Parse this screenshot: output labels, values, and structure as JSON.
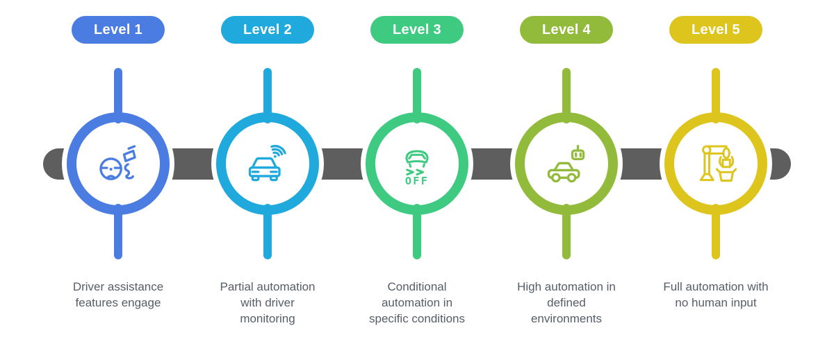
{
  "diagram": {
    "subject": "Levels of driving automation timeline",
    "bar_color": "#5e5e5e",
    "caption_color": "#565d66",
    "background": "#ffffff"
  },
  "levels": [
    {
      "label": "Level 1",
      "caption": "Driver assistance\nfeatures engage",
      "color": "#4a7ce2",
      "icon": "steering-wheel-mirror-icon"
    },
    {
      "label": "Level 2",
      "caption": "Partial automation\nwith driver\nmonitoring",
      "color": "#1fa9dc",
      "icon": "connected-car-icon"
    },
    {
      "label": "Level 3",
      "caption": "Conditional\nautomation in\nspecific conditions",
      "color": "#3ecb81",
      "icon": "stability-control-off-icon",
      "icon_text": "OFF"
    },
    {
      "label": "Level 4",
      "caption": "High automation in\ndefined\nenvironments",
      "color": "#93bb3b",
      "icon": "robot-car-icon"
    },
    {
      "label": "Level 5",
      "caption": "Full automation with\nno human input",
      "color": "#ddc51d",
      "icon": "robotic-arm-packing-icon"
    }
  ]
}
